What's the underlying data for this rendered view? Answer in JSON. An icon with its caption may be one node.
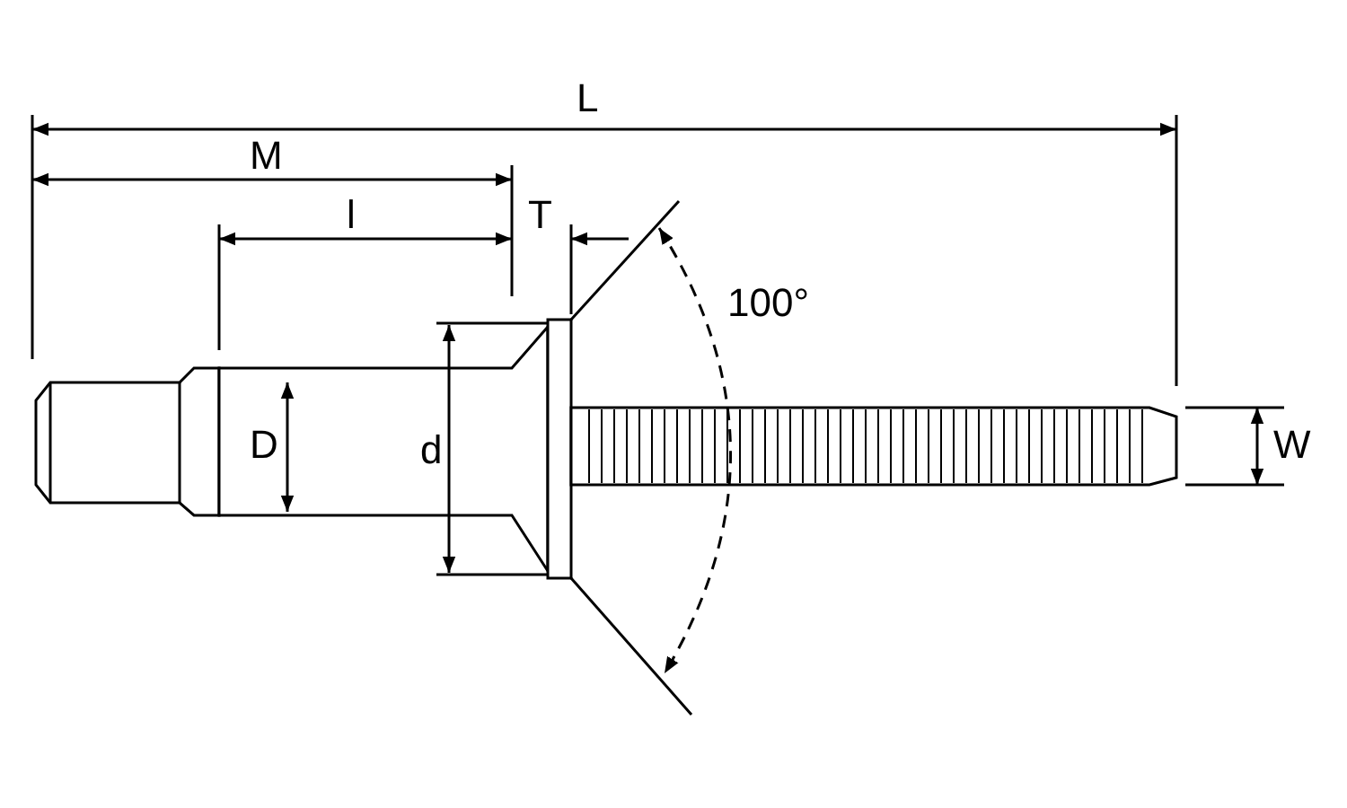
{
  "diagram": {
    "labels": [
      "L",
      "M",
      "l",
      "T",
      "100°",
      "D",
      "d",
      "W"
    ]
  }
}
